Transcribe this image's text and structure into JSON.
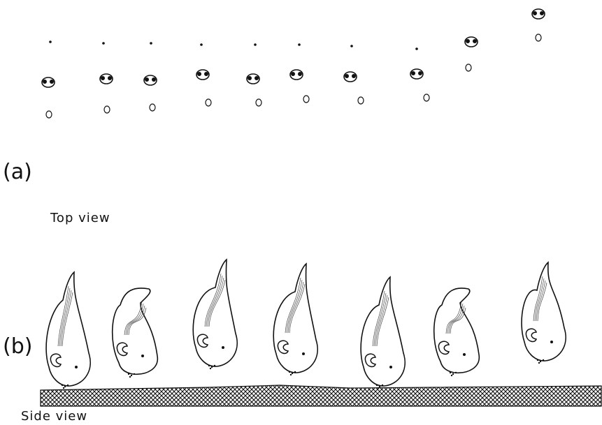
{
  "panel_a": {
    "label": "(a)",
    "caption": "Top view",
    "larva_count": 10
  },
  "panel_b": {
    "label": "(b)",
    "caption": "Side view",
    "larva_count": 7
  }
}
